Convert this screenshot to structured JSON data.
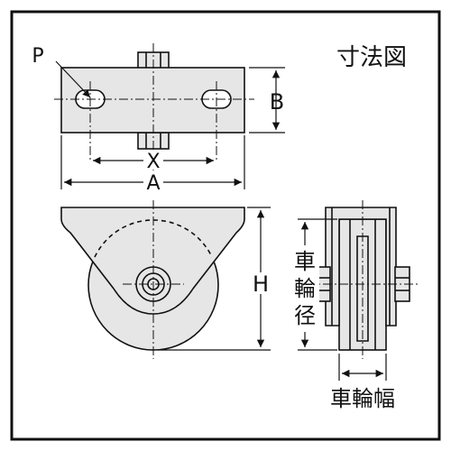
{
  "title": "寸法図",
  "labels": {
    "p": "P",
    "b": "B",
    "x": "X",
    "a": "A",
    "h": "H",
    "wheel_diameter": [
      "車",
      "輪",
      "径"
    ],
    "wheel_width": "車輪幅"
  },
  "colors": {
    "part_fill": "#e6e6e6",
    "line": "#111111",
    "background": "#ffffff"
  }
}
